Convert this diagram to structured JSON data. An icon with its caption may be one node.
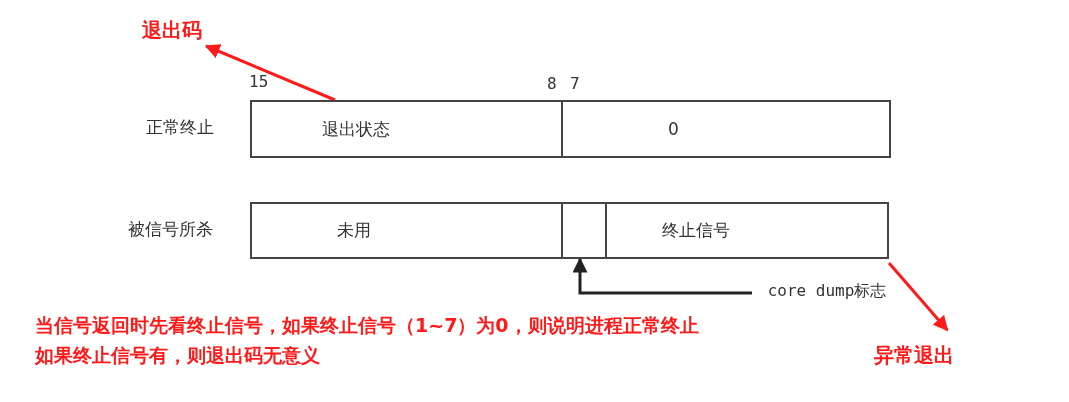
{
  "diagram": {
    "nodes": [
      {
        "text": [
          "退出码"
        ]
      },
      {
        "text": [
          "退出状态"
        ]
      },
      {
        "text": [
          "0"
        ]
      },
      {
        "text": [
          "未用"
        ]
      },
      {
        "text": [],
        "shape": "box"
      },
      {
        "text": [
          "终止信号"
        ]
      },
      {
        "text": [
          "core dump标志"
        ]
      },
      {
        "text": [
          "异常退出"
        ]
      }
    ],
    "edges": [
      {
        "from": 1,
        "to": 0,
        "arrow": "to",
        "color": "#ff1a1a"
      },
      {
        "from": 6,
        "to": 4,
        "arrow": "to",
        "color": "#222222"
      },
      {
        "from": 5,
        "to": 7,
        "arrow": "to",
        "color": "#ff1a1a"
      }
    ],
    "labels": [
      "15",
      "8",
      "7",
      "正常终止",
      "被信号所杀",
      "当信号返回时先看终止信号，如果终止信号（1~7）为0，则说明进程正常终止",
      "如果终止信号有，则退出码无意义"
    ]
  }
}
